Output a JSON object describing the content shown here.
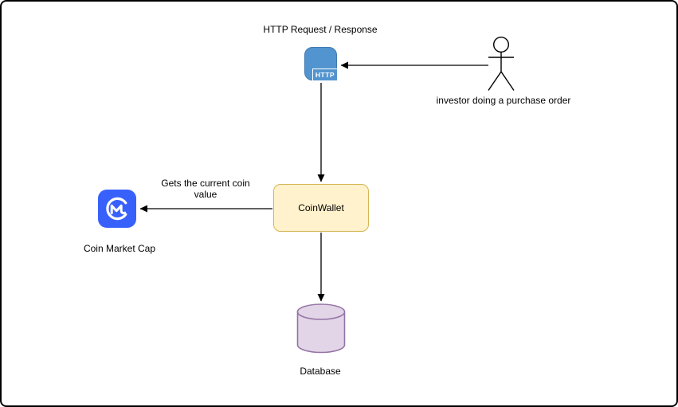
{
  "colors": {
    "http-blue": "#5294CF",
    "cmc-blue": "#3861FB",
    "wallet-fill": "#FFF2CC",
    "wallet-border": "#D6B656",
    "db-fill": "#E1D5E7",
    "db-border": "#9673A6"
  },
  "diagram": {
    "title_label": "HTTP Request / Response",
    "http_node": {
      "badge": "HTTP"
    },
    "actor": {
      "label": "investor doing a purchase order"
    },
    "coinwallet": {
      "label": "CoinWallet"
    },
    "cmc": {
      "label": "Coin Market Cap"
    },
    "edge_coin_value": {
      "line1": "Gets the current coin",
      "line2": "value"
    },
    "database": {
      "label": "Database"
    }
  }
}
